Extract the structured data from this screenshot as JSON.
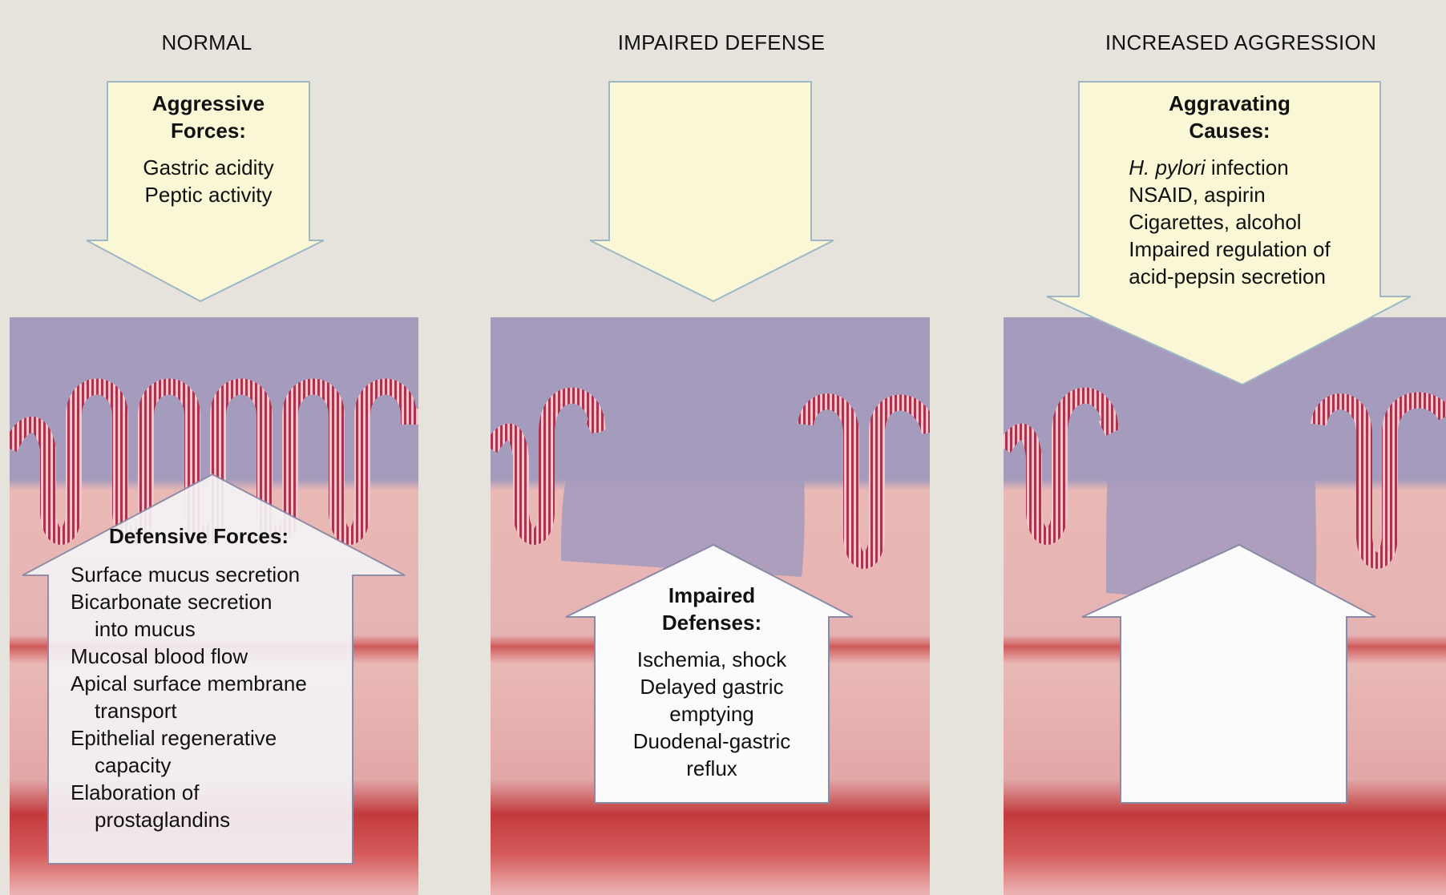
{
  "columns": {
    "normal": {
      "title": "NORMAL",
      "top_arrow": {
        "heading_1": "Aggressive",
        "heading_2": "Forces:",
        "items": [
          "Gastric acidity",
          "Peptic activity"
        ]
      },
      "bottom_arrow": {
        "heading": "Defensive Forces:",
        "items": [
          "Surface mucus secretion",
          "Bicarbonate secretion",
          "into mucus",
          "Mucosal blood flow",
          "Apical surface membrane",
          "transport",
          "Epithelial regenerative",
          "capacity",
          "Elaboration of",
          "prostaglandins"
        ]
      }
    },
    "impaired": {
      "title": "IMPAIRED DEFENSE",
      "bottom_arrow": {
        "heading_1": "Impaired",
        "heading_2": "Defenses:",
        "items": [
          "Ischemia, shock",
          "Delayed gastric",
          "emptying",
          "Duodenal-gastric",
          "reflux"
        ]
      }
    },
    "increased": {
      "title": "INCREASED AGGRESSION",
      "top_arrow": {
        "heading_1": "Aggravating",
        "heading_2": "Causes:",
        "item_1_italic": "H. pylori",
        "item_1_rest": " infection",
        "items": [
          "NSAID, aspirin",
          "Cigarettes, alcohol",
          "Impaired regulation of",
          "acid-pepsin secretion"
        ]
      }
    }
  },
  "colors": {
    "lumen": "#a59bbd",
    "mucosa": "#e8b7b6",
    "muscle": "#c93a3e",
    "epithelium": "#b5475d",
    "arrow_fill": "#f9f7d6",
    "arrow_stroke": "#9fb6c4"
  }
}
